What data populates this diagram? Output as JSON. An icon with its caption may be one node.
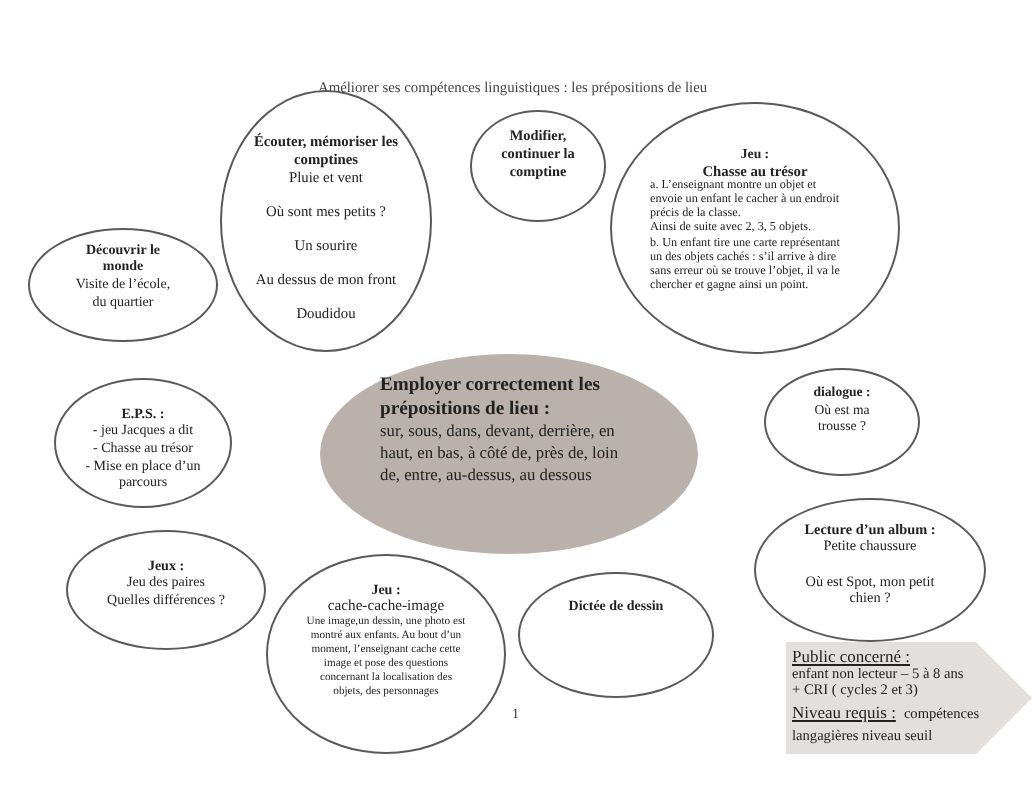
{
  "diagram": {
    "title": "Améliorer ses compétences linguistiques : les prépositions de lieu",
    "nodes": [
      {
        "text": [
          "Écouter, mémoriser les comptines",
          "Pluie et vent",
          "Où sont mes petits ?",
          "Un sourire",
          "Au dessus de mon front",
          "Doudidou"
        ]
      },
      {
        "text": [
          "Modifier, continuer la comptine"
        ]
      },
      {
        "text": [
          "Jeu :",
          "Chasse au trésor",
          "a. L’enseignant montre un objet et envoie un enfant le cacher à un endroit précis de la classe.",
          "Ainsi de suite avec 2, 3, 5 objets.",
          "b. Un enfant tire une carte représentant un des objets cachés : s’il arrive à dire sans erreur où se trouve l’objet, il va le chercher et gagne ainsi un point."
        ]
      },
      {
        "text": [
          "Découvrir le monde",
          "Visite de l’école, du quartier"
        ]
      },
      {
        "text": [
          "Employer correctement les prépositions de lieu :",
          "sur, sous, dans, devant, derrière, en haut, en bas, à côté de, près de, loin de, entre, au-dessus, au dessous"
        ]
      },
      {
        "text": [
          "E.P.S. :",
          "- jeu Jacques a dit",
          "- Chasse au trésor",
          "- Mise en place d’un parcours"
        ]
      },
      {
        "text": [
          "dialogue :",
          "Où est ma trousse ?"
        ]
      },
      {
        "text": [
          "Jeux :",
          "Jeu des paires",
          "Quelles différences ?"
        ]
      },
      {
        "text": [
          "Jeu :",
          "cache-cache-image",
          "Une image,un dessin, une photo est montré aux enfants. Au bout d’un moment, l’enseignant cache cette image et pose des questions concernant la localisation des objets, des personnages"
        ]
      },
      {
        "text": [
          "Dictée de dessin"
        ]
      },
      {
        "text": [
          "Lecture d’un album :",
          "Petite chaussure",
          "Où est Spot, mon petit chien ?"
        ]
      },
      {
        "text": [
          "Public concerné :",
          "enfant non lecteur – 5 à 8 ans + CRI ( cycles 2 et 3)",
          "Niveau requis :",
          "compétences langagières niveau seuil"
        ]
      }
    ],
    "labels": [
      "1"
    ]
  }
}
